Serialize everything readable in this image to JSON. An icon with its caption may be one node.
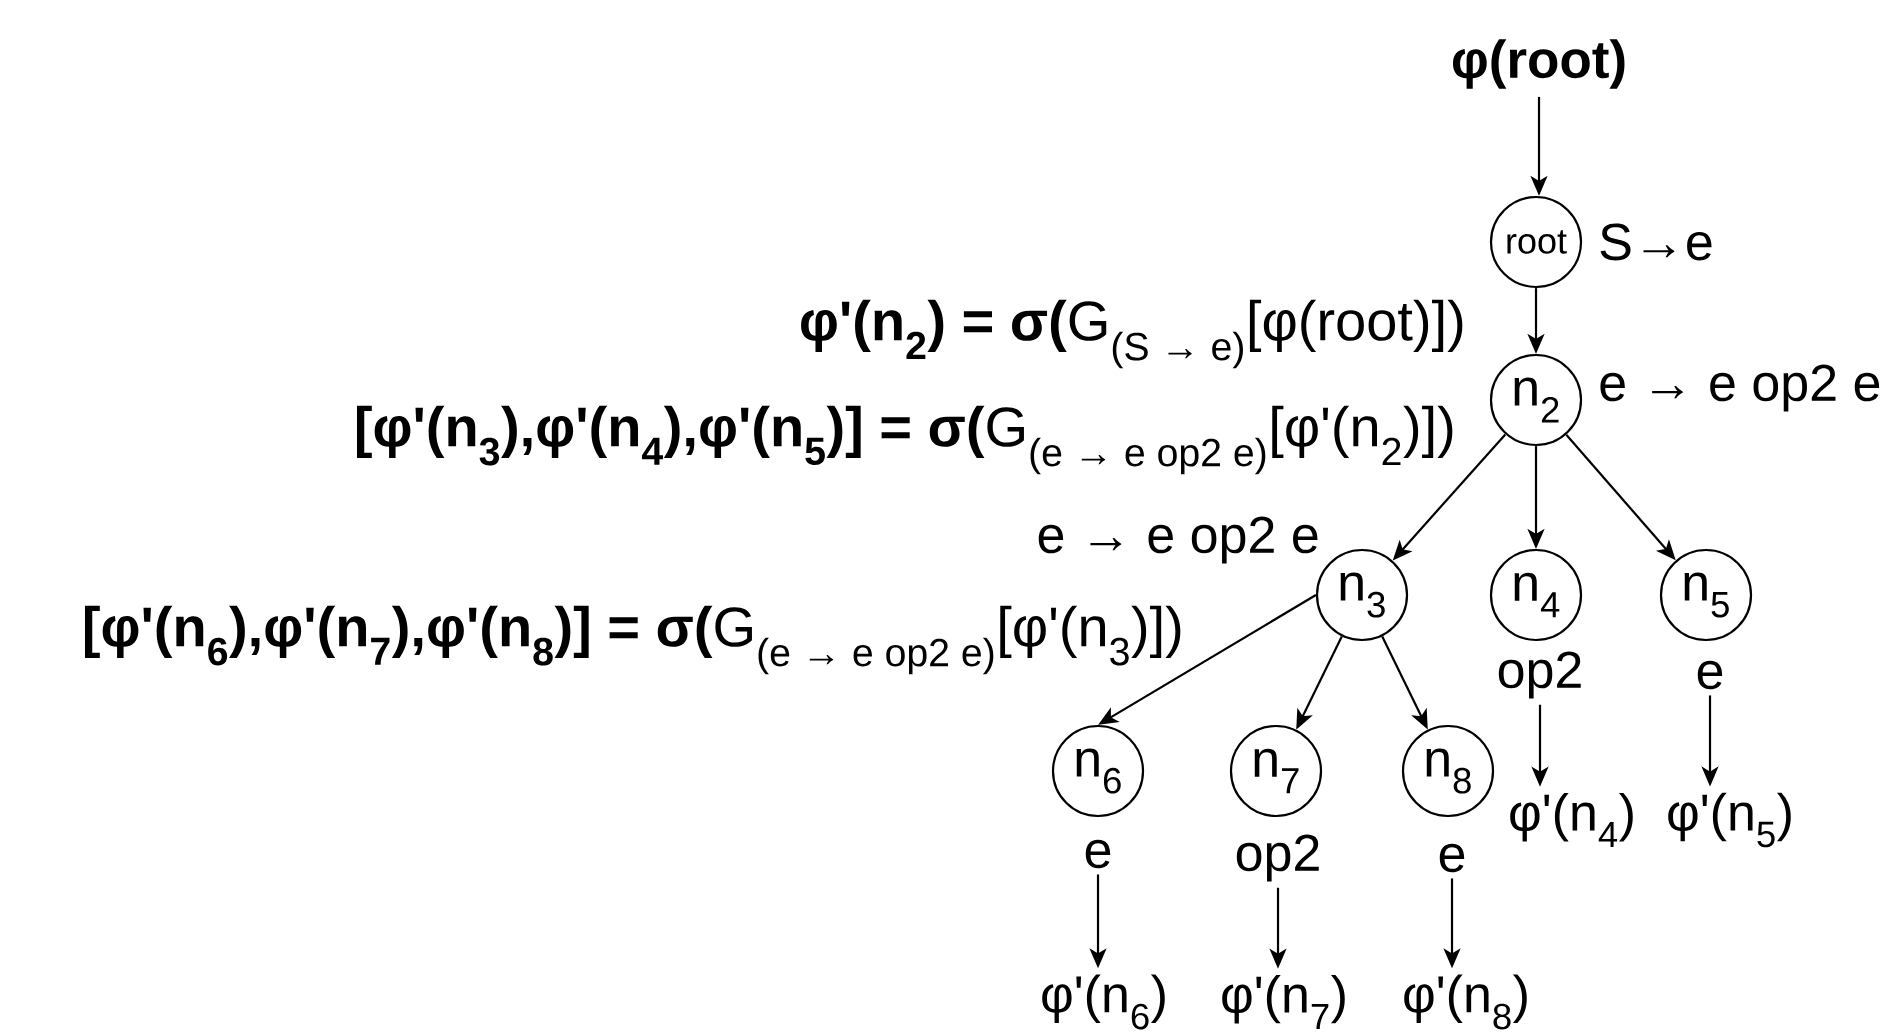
{
  "diagram": {
    "nodes": [
      {
        "text": [
          "φ(root)"
        ]
      },
      {
        "text": [
          "root"
        ],
        "beside": [
          "S→e"
        ]
      },
      {
        "text": [
          "n$_{2}$"
        ],
        "beside": [
          "e → e op2 e"
        ]
      },
      {
        "text": [
          "n$_{3}$"
        ],
        "beside": [
          "e → e op2 e"
        ]
      },
      {
        "text": [
          "n$_{4}$"
        ]
      },
      {
        "text": [
          "n$_{5}$"
        ]
      },
      {
        "text": [
          "op2"
        ]
      },
      {
        "text": [
          "e"
        ]
      },
      {
        "text": [
          "n$_{6}$"
        ]
      },
      {
        "text": [
          "n$_{7}$"
        ]
      },
      {
        "text": [
          "n$_{8}$"
        ]
      },
      {
        "text": [
          "φ'(n$_{4}$)"
        ]
      },
      {
        "text": [
          "φ'(n$_{5}$)"
        ]
      },
      {
        "text": [
          "e"
        ]
      },
      {
        "text": [
          "op2"
        ]
      },
      {
        "text": [
          "e"
        ]
      },
      {
        "text": [
          "φ'(n$_{6}$)"
        ]
      },
      {
        "text": [
          "φ'(n$_{7}$)"
        ]
      },
      {
        "text": [
          "φ'(n$_{8}$)"
        ]
      }
    ],
    "edges": [
      {
        "from": 0,
        "to": 1,
        "arrow": "to"
      },
      {
        "from": 1,
        "to": 2,
        "arrow": "to"
      },
      {
        "from": 2,
        "to": 3,
        "arrow": "to"
      },
      {
        "from": 2,
        "to": 4,
        "arrow": "to"
      },
      {
        "from": 2,
        "to": 5,
        "arrow": "to"
      },
      {
        "from": 3,
        "to": 8,
        "arrow": "to"
      },
      {
        "from": 3,
        "to": 9,
        "arrow": "to"
      },
      {
        "from": 3,
        "to": 10,
        "arrow": "to"
      },
      {
        "from": 6,
        "to": 11,
        "arrow": "to"
      },
      {
        "from": 7,
        "to": 12,
        "arrow": "to"
      },
      {
        "from": 13,
        "to": 16,
        "arrow": "to"
      },
      {
        "from": 14,
        "to": 17,
        "arrow": "to"
      },
      {
        "from": 15,
        "to": 18,
        "arrow": "to"
      }
    ],
    "labels": [
      "\\textbf{φ'(n}_{\\textbf{2}}\\textbf{) = σ(}\\text{G}_{\\text{(S → e)}}\\text{[φ(root)])}",
      "\\textbf{[φ'(n}_{\\textbf{3}}\\textbf{),φ'(n}_{\\textbf{4}}\\textbf{),φ'(n}_{\\textbf{5}}\\textbf{)] = σ(}\\text{G}_{\\text{(e → e op2 e)}}\\text{[φ'(n}_{\\text{2}}\\text{)])}",
      "\\textbf{[φ'(n}_{\\textbf{6}}\\textbf{),φ'(n}_{\\textbf{7}}\\textbf{),φ'(n}_{\\textbf{8}}\\textbf{)] = σ(}\\text{G}_{\\text{(e → e op2 e)}}\\text{[φ'(n}_{\\text{3}}\\text{)])}"
    ]
  }
}
